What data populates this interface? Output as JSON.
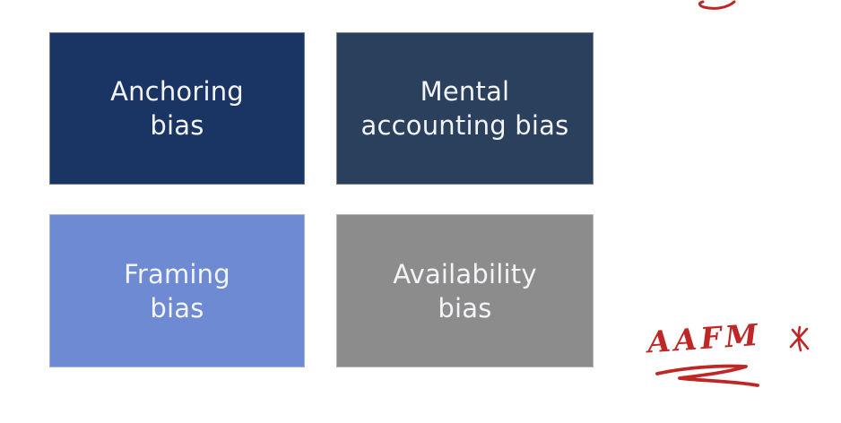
{
  "page": {
    "background_color": "#ffffff",
    "description": "2x2 diagram of behavioral biases with handwritten red pen annotations"
  },
  "quadrant_chart": {
    "type": "quadrant-grid",
    "boxes": [
      {
        "id": "anchoring",
        "label": "Anchoring\nbias",
        "fill_color": "#1a3464",
        "text_color": "#f2f4f7"
      },
      {
        "id": "mental-accounting",
        "label": "Mental\naccounting bias",
        "fill_color": "#2b405c",
        "text_color": "#f2f4f7"
      },
      {
        "id": "framing",
        "label": "Framing\nbias",
        "fill_color": "#6d8ad3",
        "text_color": "#f2f4f7"
      },
      {
        "id": "availability",
        "label": "Availability\nbias",
        "fill_color": "#8c8c8c",
        "text_color": "#f2f4f7"
      }
    ]
  },
  "annotations": {
    "handwritten_text": "AAFM",
    "star_mark_icon": "hand-drawn-star",
    "underline_swoosh_icon": "hand-drawn-z-swoosh",
    "top_curve_icon": "hand-drawn-hook-curve",
    "ink_color": "#bf2727"
  }
}
